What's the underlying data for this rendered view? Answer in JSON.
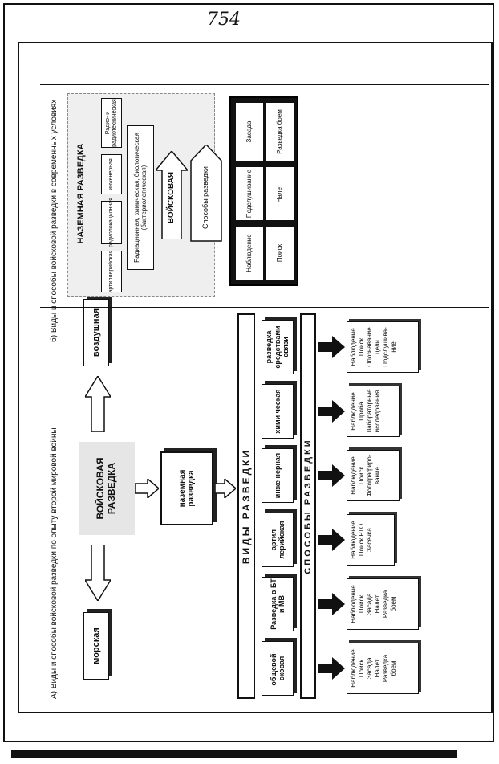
{
  "page_number": "754",
  "caption_a": "А) Виды и способы войсковой разведки по опыту второй мировой войны",
  "caption_b": "б) Виды и способы войсковой разведки в современных условиях",
  "left": {
    "top_title": "ВОЙСКОВАЯ РАЗВЕДКА",
    "sea": "морская",
    "air": "воздушная",
    "ground": "наземная разведка",
    "kinds_header": "ВИДЫ РАЗВЕДКИ",
    "methods_header": "СПОСОБЫ РАЗВЕДКИ",
    "kinds": [
      "общевой-сковая",
      "Разведка в БТ и МВ",
      "артил лерийская",
      "инже нерная",
      "хими ческая",
      "разведка средствами связи"
    ],
    "methods": [
      [
        "Наблюдение",
        "Поиск",
        "Засада",
        "Налет",
        "Разведка",
        "боем"
      ],
      [
        "Наблюдение",
        "Поиск",
        "Засада",
        "Налет",
        "Разведка",
        "боем"
      ],
      [
        "Наблюдение",
        "Поиск РТО",
        "Засечка"
      ],
      [
        "Наблюдение",
        "Поиск",
        "Фотографиро-",
        "вание"
      ],
      [
        "Наблюдение",
        "Проба",
        "Лабораторные",
        "исследования"
      ],
      [
        "Наблюдение",
        "Поиск",
        "Опознавание",
        "цели",
        "Подслушива-",
        "ние"
      ]
    ]
  },
  "right": {
    "title": "НАЗЕМНАЯ РАЗВЕДКА",
    "types": [
      "артиллерийская",
      "радиолокационная",
      "инженерная",
      "Радио- и радиотехническая"
    ],
    "rcb": "Радиационная, химическая, биологическая (бактериологическая)",
    "troop": "ВОЙСКОВАЯ",
    "methods_title": "Способы разведки",
    "methods": [
      "Наблюдение",
      "Подслушивание",
      "Поиск",
      "Налет",
      "Засада",
      "Разведка боем"
    ]
  },
  "colors": {
    "ink": "#111111",
    "haze": "#d6d6d6"
  }
}
